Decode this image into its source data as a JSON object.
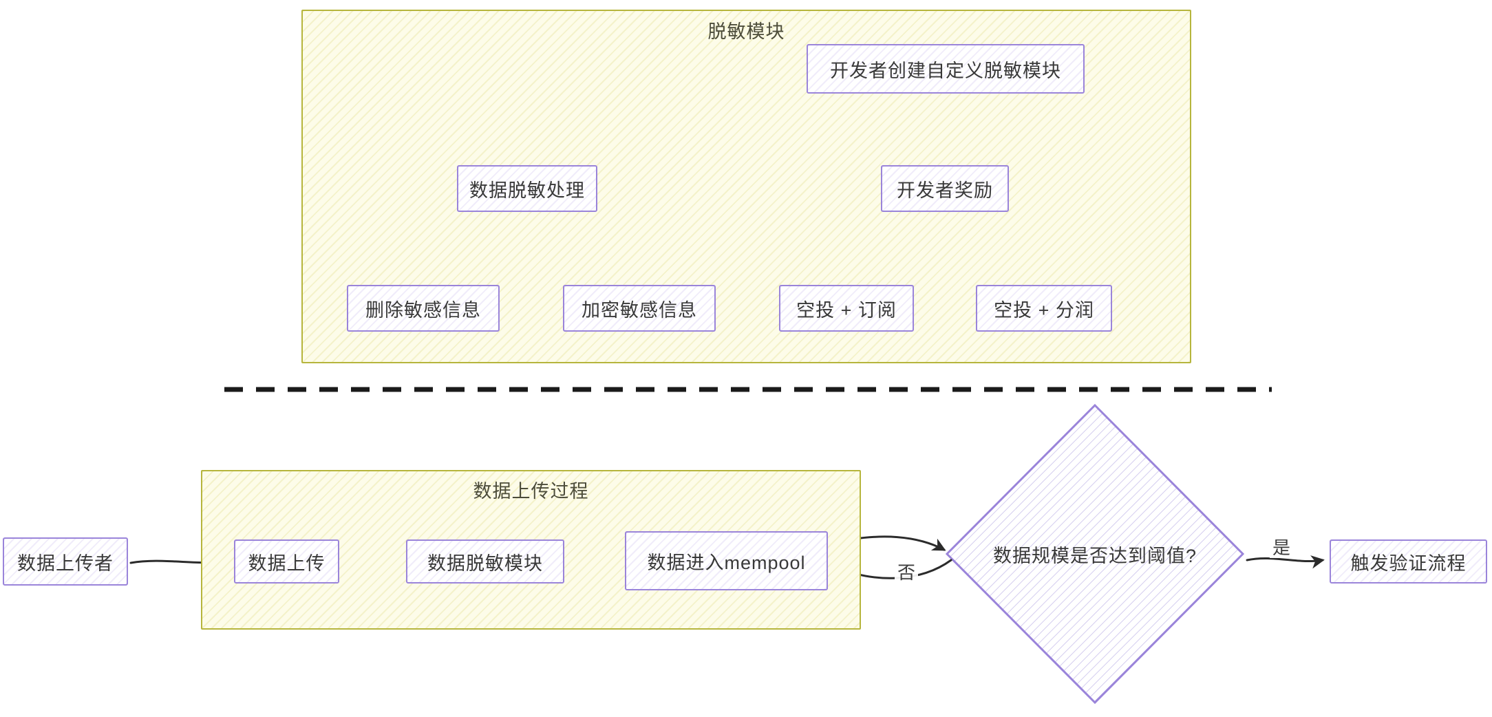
{
  "groups": {
    "desensitization": {
      "title": "脱敏模块"
    },
    "upload_process": {
      "title": "数据上传过程"
    }
  },
  "nodes": {
    "custom_module": {
      "label": "开发者创建自定义脱敏模块"
    },
    "desensitize_process": {
      "label": "数据脱敏处理"
    },
    "developer_reward": {
      "label": "开发者奖励"
    },
    "delete_sensitive": {
      "label": "删除敏感信息"
    },
    "encrypt_sensitive": {
      "label": "加密敏感信息"
    },
    "airdrop_subscription": {
      "label": "空投 + 订阅"
    },
    "airdrop_profit": {
      "label": "空投 + 分润"
    },
    "data_uploader": {
      "label": "数据上传者"
    },
    "data_upload": {
      "label": "数据上传"
    },
    "desensitize_module": {
      "label": "数据脱敏模块"
    },
    "mempool": {
      "label": "数据进入mempool"
    },
    "threshold_decision": {
      "label": "数据规模是否达到阈值?"
    },
    "trigger_verification": {
      "label": "触发验证流程"
    }
  },
  "edge_labels": {
    "yes": "是",
    "no": "否"
  },
  "edges": [
    {
      "from": "custom_module",
      "to": "developer_reward",
      "label": ""
    },
    {
      "from": "desensitize_process",
      "to": "delete_sensitive",
      "label": ""
    },
    {
      "from": "desensitize_process",
      "to": "encrypt_sensitive",
      "label": ""
    },
    {
      "from": "developer_reward",
      "to": "airdrop_subscription",
      "label": ""
    },
    {
      "from": "developer_reward",
      "to": "airdrop_profit",
      "label": ""
    },
    {
      "from": "data_uploader",
      "to": "data_upload",
      "label": ""
    },
    {
      "from": "data_upload",
      "to": "desensitize_module",
      "label": ""
    },
    {
      "from": "desensitize_module",
      "to": "mempool",
      "label": ""
    },
    {
      "from": "mempool",
      "to": "threshold_decision",
      "label": ""
    },
    {
      "from": "threshold_decision",
      "to": "mempool",
      "label": "否"
    },
    {
      "from": "threshold_decision",
      "to": "trigger_verification",
      "label": "是"
    }
  ],
  "colors": {
    "node_border": "#9a84da",
    "node_fill": "#ffffff",
    "group_border": "#b6b53c",
    "group_fill": "#fdfce9",
    "arrow": "#2b2b2b",
    "text": "#383838"
  }
}
